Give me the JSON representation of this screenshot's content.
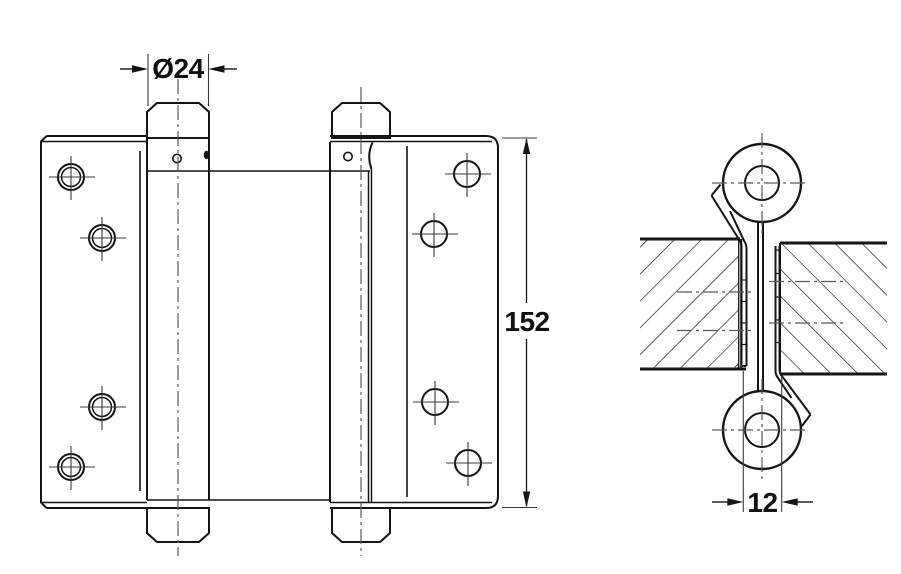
{
  "drawing": {
    "labels": {
      "diameter": "Ø24",
      "height": "152",
      "gap": "12"
    },
    "colors": {
      "ink": "#141414",
      "thin_line": "#3a3a3a",
      "center_line": "#5a5a5a",
      "hatch": "#222222",
      "background": "#ffffff"
    }
  }
}
